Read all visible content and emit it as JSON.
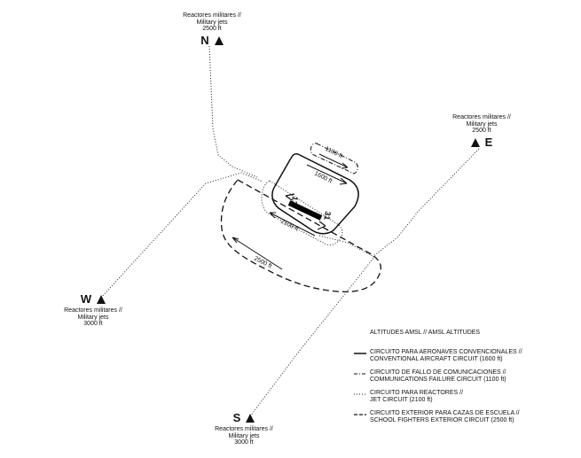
{
  "points": {
    "n": {
      "letter": "N",
      "line1": "Reactores militares //",
      "line2": "Military jets",
      "altitude": "2500 ft"
    },
    "e": {
      "letter": "E",
      "line1": "Reactores militares //",
      "line2": "Military jets",
      "altitude": "2500 ft"
    },
    "w": {
      "letter": "W",
      "line1": "Reactores militares //",
      "line2": "Military jets",
      "altitude": "3000 ft"
    },
    "s": {
      "letter": "S",
      "line1": "Reactores militares //",
      "line2": "Military jets",
      "altitude": "3000 ft"
    }
  },
  "circuits": {
    "comm_failure_altitude": "1100 ft",
    "conventional_altitude": "1600 ft",
    "jet_altitude": "2100 ft",
    "school_altitude": "2500 ft"
  },
  "runway": {
    "end_a": "13",
    "end_b": "31"
  },
  "legend": {
    "title": "ALTITUDES AMSL // AMSL ALTITUDES",
    "items": [
      {
        "line1": "CIRCUITO PARA AERONAVES CONVENCIONALES //",
        "line2": "CONVENTIONAL AIRCRAFT CIRCUIT (1600 ft)",
        "style": "solid"
      },
      {
        "line1": "CIRCUITO DE FALLO DE COMUNICACIONES //",
        "line2": "COMMUNICATIONS FAILURE CIRCUIT (1100 ft)",
        "style": "dash-dot"
      },
      {
        "line1": "CIRCUITO PARA REACTORES //",
        "line2": "JET CIRCUIT (2100 ft)",
        "style": "dotted"
      },
      {
        "line1": "CIRCUITO EXTERIOR PARA CAZAS DE ESCUELA //",
        "line2": "SCHOOL FIGHTERS EXTERIOR CIRCUIT (2500 ft)",
        "style": "dashed"
      }
    ]
  }
}
